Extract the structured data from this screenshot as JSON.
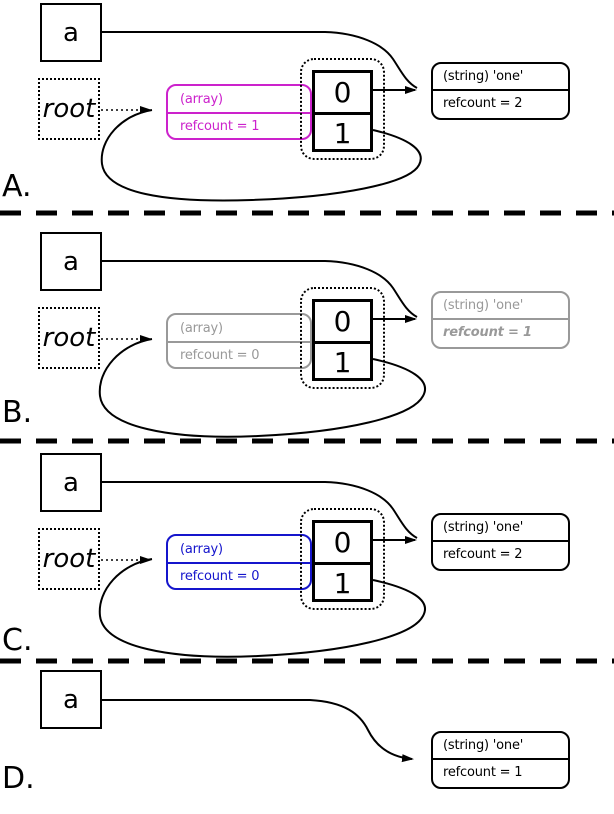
{
  "figure": {
    "description_labels": {
      "panel_a": "A.",
      "panel_b": "B.",
      "panel_c": "C.",
      "panel_d": "D."
    }
  },
  "colors": {
    "panel_a_highlight": "#cc22cc",
    "panel_b_highlight": "#999999",
    "panel_c_highlight": "#1515cc",
    "line_color": "#000000"
  },
  "panels": {
    "a": {
      "label": "A.",
      "variable": "a",
      "root_label": "root",
      "array": {
        "type": "(array)",
        "refcount": "refcount = 1"
      },
      "table": {
        "key0": "0",
        "key1": "1"
      },
      "string": {
        "type": "(string) 'one'",
        "refcount": "refcount = 2"
      }
    },
    "b": {
      "label": "B.",
      "variable": "a",
      "root_label": "root",
      "array": {
        "type": "(array)",
        "refcount": "refcount = 0"
      },
      "table": {
        "key0": "0",
        "key1": "1"
      },
      "string": {
        "type": "(string) 'one'",
        "refcount": "refcount = 1"
      }
    },
    "c": {
      "label": "C.",
      "variable": "a",
      "root_label": "root",
      "array": {
        "type": "(array)",
        "refcount": "refcount = 0"
      },
      "table": {
        "key0": "0",
        "key1": "1"
      },
      "string": {
        "type": "(string) 'one'",
        "refcount": "refcount = 2"
      }
    },
    "d": {
      "label": "D.",
      "variable": "a",
      "string": {
        "type": "(string) 'one'",
        "refcount": "refcount = 1"
      }
    }
  }
}
